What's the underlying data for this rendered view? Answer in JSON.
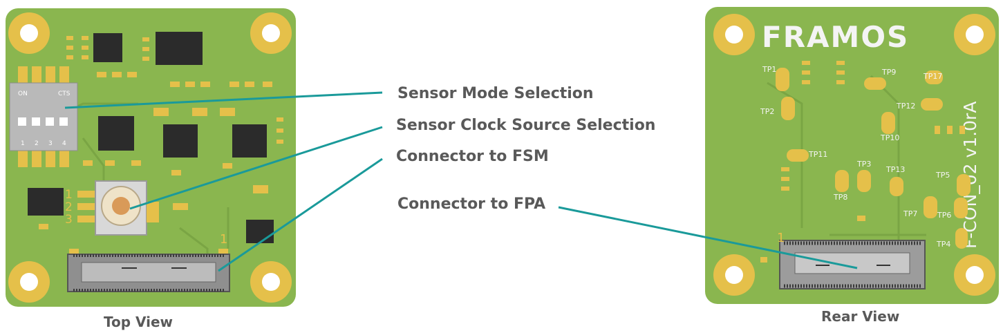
{
  "colors": {
    "pcb": "#8ab64f",
    "pad": "#e5c04a",
    "pad_inner": "#f2d66b",
    "leader": "#1a9a9a",
    "label_text": "#595959",
    "chip": "#2b2b2b",
    "silk": "#f4f4f4"
  },
  "callouts": {
    "sensor_mode": "Sensor Mode Selection",
    "clock_source": "Sensor Clock Source Selection",
    "connector_fsm": "Connector to FSM",
    "connector_fpa": "Connector to FPA"
  },
  "captions": {
    "top_view": "Top View",
    "rear_view": "Rear View"
  },
  "top_board": {
    "switch_labels": {
      "on": "ON",
      "cts": "CTS",
      "positions": [
        "1",
        "2",
        "3",
        "4"
      ]
    },
    "jumper_labels": [
      "1",
      "2",
      "3"
    ],
    "pin1_label": "1"
  },
  "rear_board": {
    "brand": "FRAMOS",
    "vertical_text": "F-CON_02 v1.0rA",
    "pin1_label": "1",
    "test_points": [
      "TP1",
      "TP2",
      "TP3",
      "TP4",
      "TP5",
      "TP6",
      "TP7",
      "TP8",
      "TP9",
      "TP10",
      "TP11",
      "TP12",
      "TP13",
      "TP17"
    ]
  }
}
